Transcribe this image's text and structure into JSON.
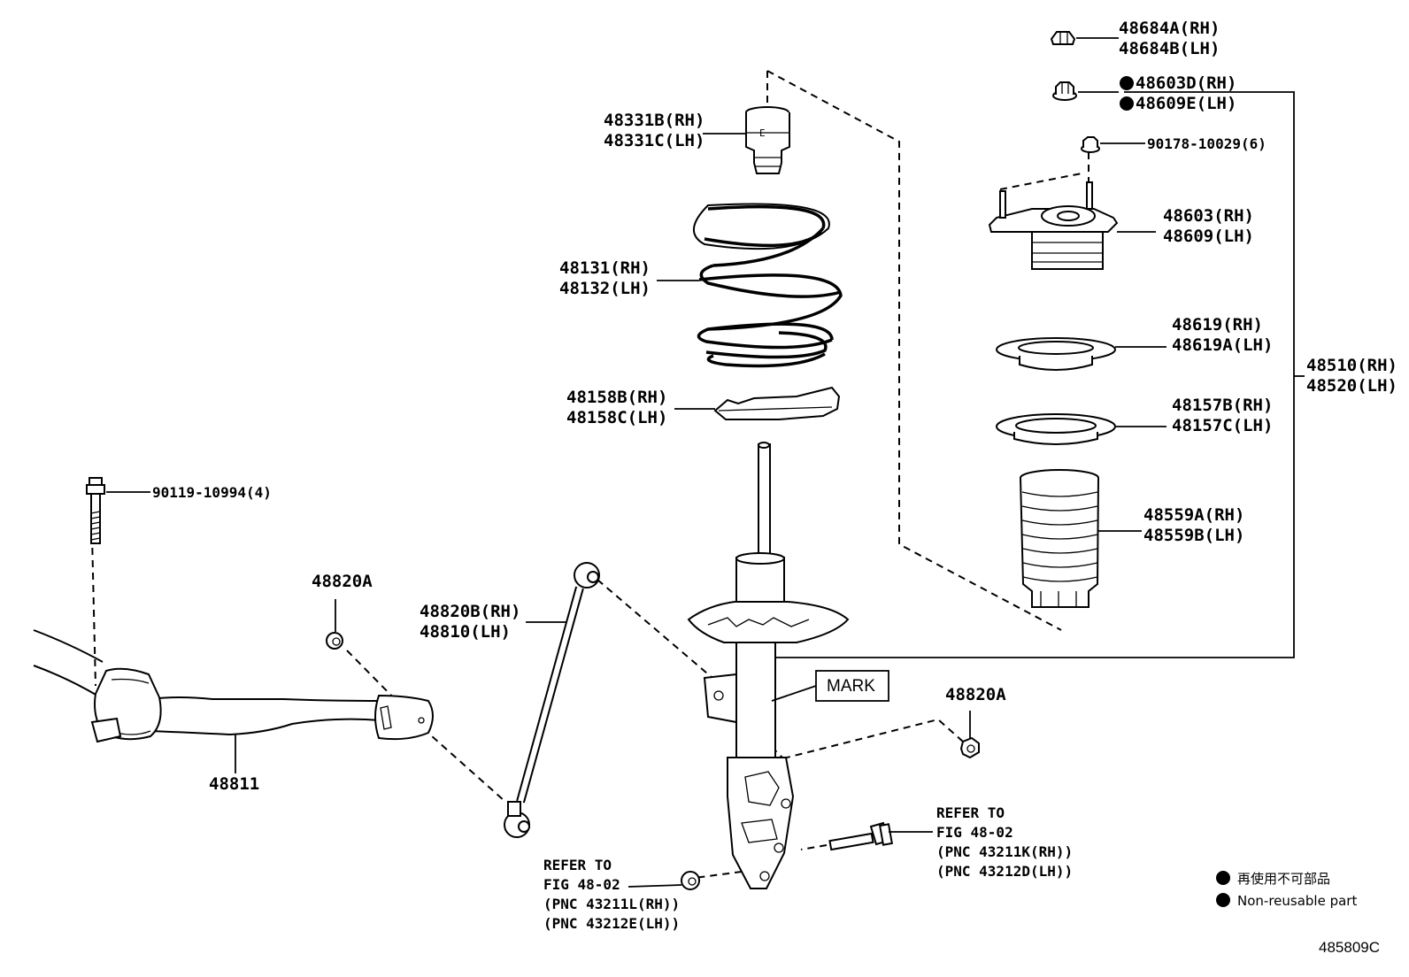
{
  "diagram": {
    "callouts": {
      "nut_48684": {
        "rh": "48684A(RH)",
        "lh": "48684B(LH)"
      },
      "nut_48603d": {
        "rh": "48603D(RH)",
        "lh": "48609E(LH)"
      },
      "nut_90178": {
        "text": "90178-10029(6)"
      },
      "bumper_48331": {
        "rh": "48331B(RH)",
        "lh": "48331C(LH)"
      },
      "mount_48603": {
        "rh": "48603(RH)",
        "lh": "48609(LH)"
      },
      "spring_48131": {
        "rh": "48131(RH)",
        "lh": "48132(LH)"
      },
      "seat_48619": {
        "rh": "48619(RH)",
        "lh": "48619A(LH)"
      },
      "strut_assy": {
        "rh": "48510(RH)",
        "lh": "48520(LH)"
      },
      "insulator_48158": {
        "rh": "48158B(RH)",
        "lh": "48158C(LH)"
      },
      "insulator_48157": {
        "rh": "48157B(RH)",
        "lh": "48157C(LH)"
      },
      "boot_48559": {
        "rh": "48559A(RH)",
        "lh": "48559B(LH)"
      },
      "bolt_90119": {
        "text": "90119-10994(4)"
      },
      "nut_48820a_left": {
        "text": "48820A"
      },
      "link_48820b": {
        "rh": "48820B(RH)",
        "lh": "48810(LH)"
      },
      "mark": {
        "text": "MARK"
      },
      "nut_48820a_right": {
        "text": "48820A"
      },
      "stabilizer_bar": {
        "text": "48811"
      },
      "refer_right": {
        "l1": "REFER TO",
        "l2": "FIG 48-02",
        "l3": "(PNC 43211K(RH))",
        "l4": "(PNC 43212D(LH))"
      },
      "refer_left": {
        "l1": "REFER TO",
        "l2": "FIG 48-02",
        "l3": "(PNC 43211L(RH))",
        "l4": "(PNC 43212E(LH))"
      }
    },
    "legend": {
      "line1": "再使用不可部品",
      "line2": "Non-reusable part"
    },
    "figure_code": "485809C"
  }
}
